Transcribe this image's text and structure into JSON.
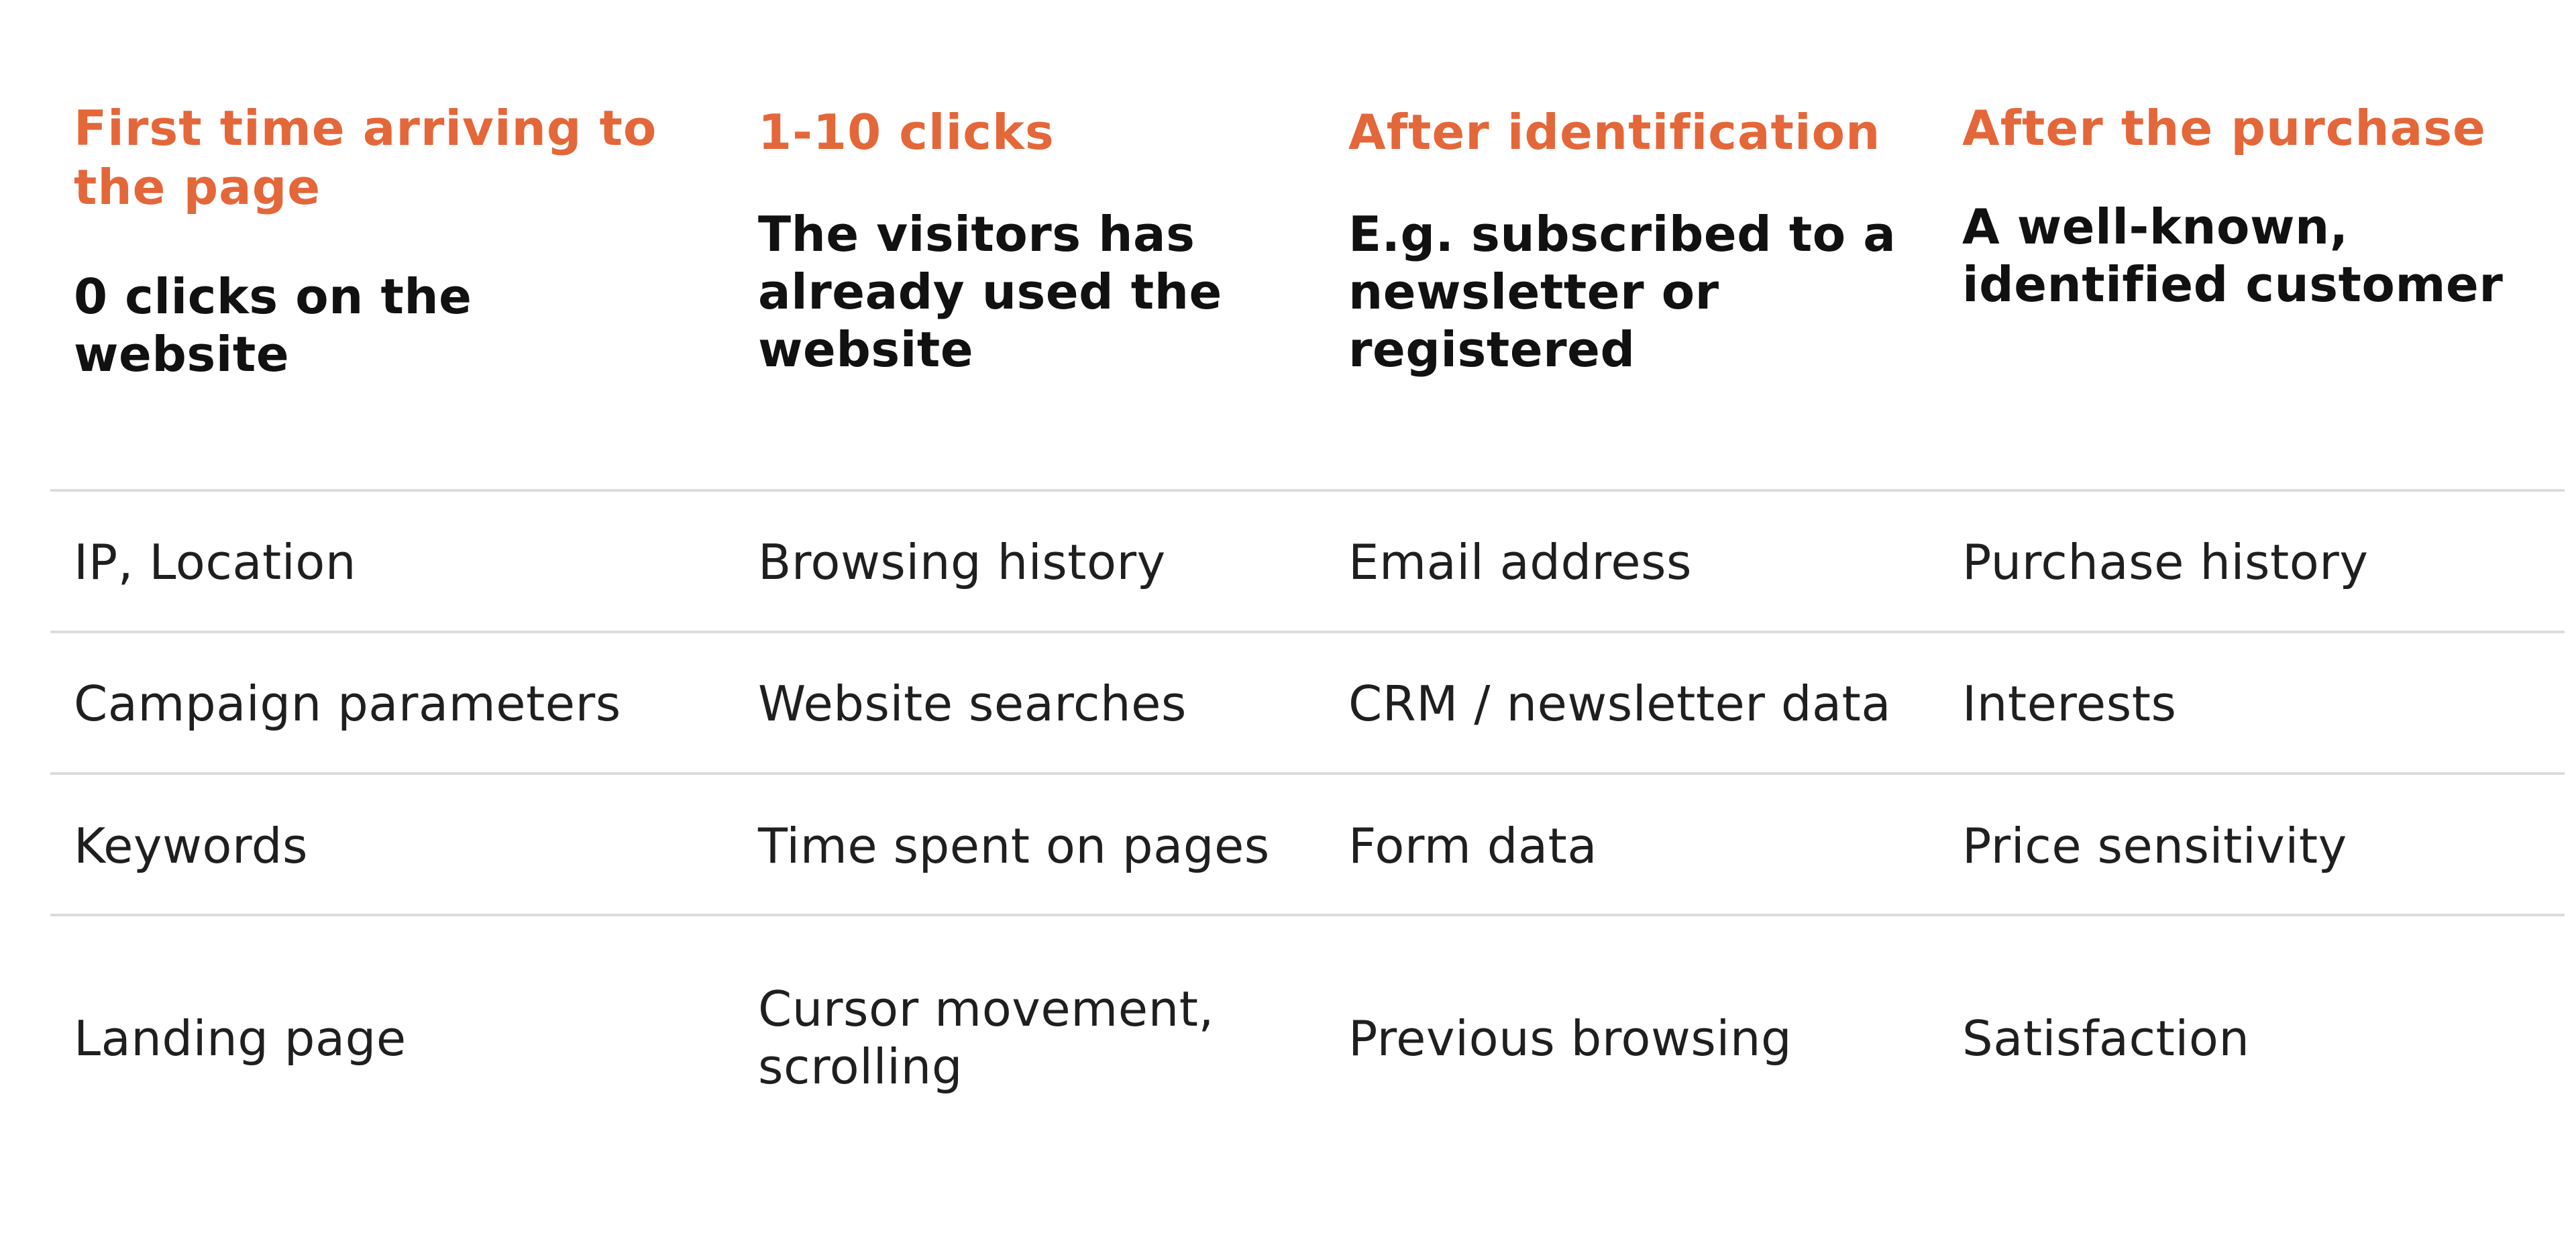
{
  "columns": [
    {
      "stage": "First time arriving to the page",
      "description": "0 clicks on the website",
      "items": [
        "IP, Location",
        "Campaign parameters",
        "Keywords",
        "Landing page"
      ]
    },
    {
      "stage": "1-10 clicks",
      "description": "The visitors has already used the website",
      "items": [
        "Browsing history",
        "Website searches",
        "Time spent on pages",
        "Cursor movement, scrolling"
      ]
    },
    {
      "stage": "After identification",
      "description": "E.g. subscribed to a newsletter or registered",
      "items": [
        "Email address",
        "CRM / newsletter data",
        "Form data",
        "Previous browsing"
      ]
    },
    {
      "stage": "After the purchase",
      "description": "A well-known, identified customer",
      "items": [
        "Purchase history",
        "Interests",
        "Price sensitivity",
        "Satisfaction"
      ]
    }
  ],
  "colors": {
    "stage_heading": "#e4673a",
    "description": "#111111",
    "cell_text": "#1f1f1f",
    "divider": "#dcdcdc"
  }
}
